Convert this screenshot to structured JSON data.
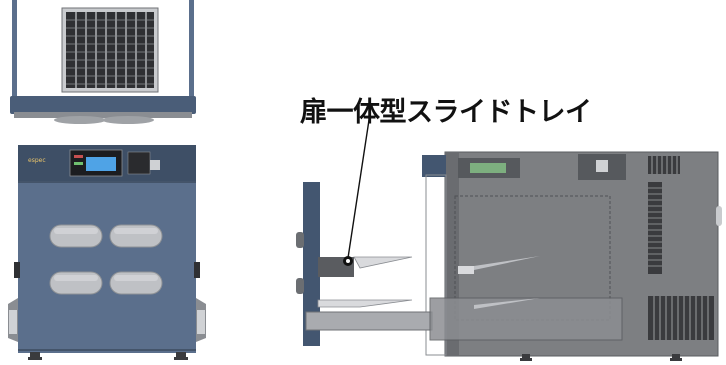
{
  "callout": {
    "text": "扉一体型スライドトレイ"
  },
  "brand": {
    "text": "espec"
  },
  "colors": {
    "chassis": "#5b6f8c",
    "chassis_dark": "#435670",
    "body_gray": "#7d7f82",
    "body_dark": "#5a5c60",
    "vent": "#3a3b3e",
    "tray_light": "#d9dadd",
    "display_blue": "#4fa3e6"
  },
  "icons": [
    "grille",
    "arm-port",
    "display-panel",
    "leveling-foot",
    "pointer-dot",
    "vent-grille"
  ]
}
